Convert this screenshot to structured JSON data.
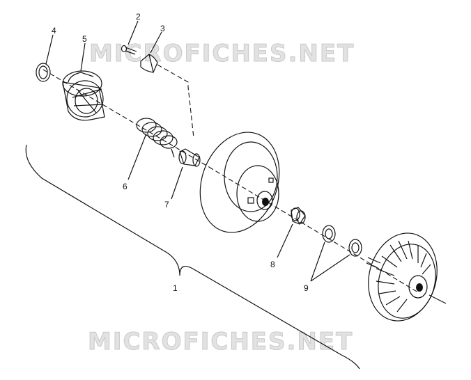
{
  "diagram": {
    "watermark_top": "MICROFICHES.NET",
    "watermark_bottom": "MICROFICHES.NET",
    "callouts": [
      "1",
      "2",
      "3",
      "4",
      "5",
      "6",
      "7",
      "8",
      "9"
    ]
  }
}
